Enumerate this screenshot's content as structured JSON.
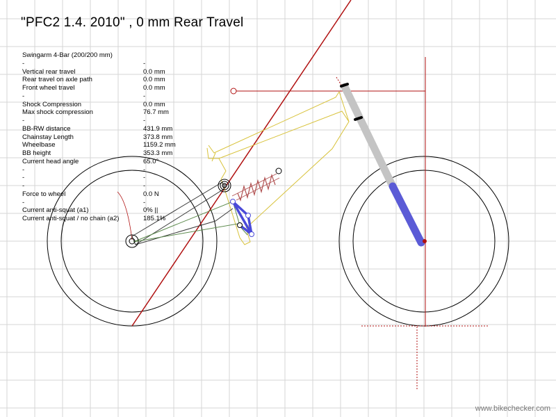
{
  "title": "\"PFC2 1.4. 2010\" , 0 mm Rear Travel",
  "stats": [
    {
      "label": "Swingarm 4-Bar (200/200 mm)",
      "value": ""
    },
    {
      "label": "-",
      "value": "-"
    },
    {
      "label": "Vertical rear travel",
      "value": "0.0 mm"
    },
    {
      "label": "Rear travel on axle path",
      "value": "0.0 mm"
    },
    {
      "label": "Front wheel travel",
      "value": "0.0 mm"
    },
    {
      "label": "-",
      "value": "-"
    },
    {
      "label": "Shock Compression",
      "value": "0.0 mm"
    },
    {
      "label": "Max shock compression",
      "value": "76.7 mm"
    },
    {
      "label": "-",
      "value": "-"
    },
    {
      "label": "BB-RW distance",
      "value": "431.9 mm"
    },
    {
      "label": "Chainstay Length",
      "value": "373.8 mm"
    },
    {
      "label": "Wheelbase",
      "value": "1159.2 mm"
    },
    {
      "label": "BB height",
      "value": "353.3 mm"
    },
    {
      "label": "Current head angle",
      "value": "65.0°"
    },
    {
      "label": "-",
      "value": "-"
    },
    {
      "label": "-",
      "value": "-"
    },
    {
      "label": "-",
      "value": "-"
    },
    {
      "label": "Force to wheel",
      "value": "0.0 N"
    },
    {
      "label": "-",
      "value": "-"
    },
    {
      "label": "Current anti-squat (a1)",
      "value": "0% ||"
    },
    {
      "label": "Current anti-squat / no chain (a2)",
      "value": "185.1%"
    }
  ],
  "footer": "www.bikechecker.com",
  "colors": {
    "grid": "#d6d6d6",
    "wheel": "#000000",
    "frame": "#d8c23a",
    "swingarm": "#3a3a3a",
    "chainstay": "#5c8a4c",
    "construction": "#b01010",
    "shock_spring": "#b05050",
    "link": "#4a4ad8",
    "fork_upper": "#c4c4c4",
    "fork_lower": "#5b5bd6"
  }
}
